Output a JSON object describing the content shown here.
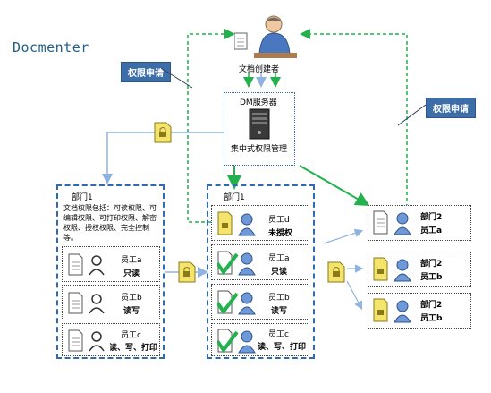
{
  "brand": "Docmenter",
  "tags": {
    "left": "权限申请",
    "right": "权限申请"
  },
  "creator": {
    "label": "文档创建者"
  },
  "server": {
    "title": "DM服务器",
    "subtitle": "集中式权限管理"
  },
  "dept_left": {
    "title": "部门1",
    "description": "文档权限包括：可读权限、可编辑权限、可打印权限、解密权限、授权权限、完全控制等。",
    "employees": [
      {
        "name": "员工a",
        "perm": "只读"
      },
      {
        "name": "员工b",
        "perm": "读写"
      },
      {
        "name": "员工c",
        "perm": "读、写、打印"
      }
    ]
  },
  "dept_mid": {
    "title": "部门1",
    "employees": [
      {
        "name": "员工d",
        "perm": "未授权"
      },
      {
        "name": "员工a",
        "perm": "只读"
      },
      {
        "name": "员工b",
        "perm": "读写"
      },
      {
        "name": "员工c",
        "perm": "读、写、打印"
      }
    ]
  },
  "dept_right": [
    {
      "dept": "部门2",
      "name": "员工a"
    },
    {
      "dept": "部门2",
      "name": "员工b"
    },
    {
      "dept": "部门2",
      "name": "员工b"
    }
  ],
  "colors": {
    "arrow_green": "#22b14c",
    "arrow_blue": "#8fb3e0",
    "box_blue": "#2f6bb5",
    "tag_bg": "#3e6ea8"
  }
}
